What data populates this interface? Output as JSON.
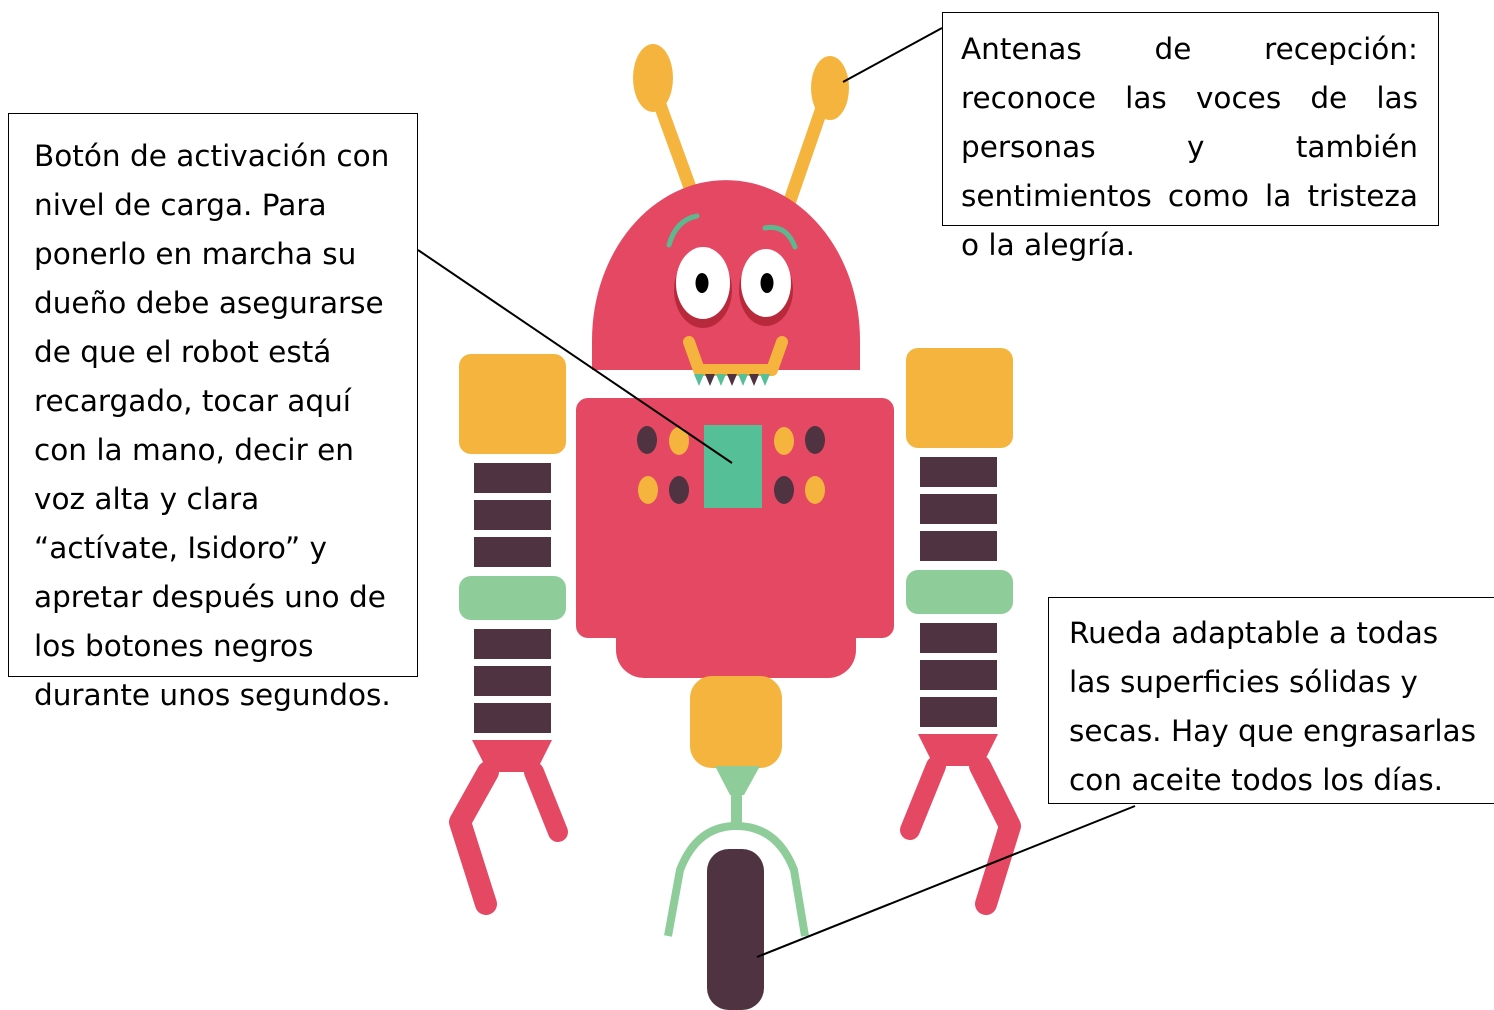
{
  "callouts": {
    "activation_button": "Botón de activación con nivel de carga. Para ponerlo en marcha su dueño debe asegurarse de que el robot está recargado, tocar aquí con la mano, decir en voz alta y clara “actívate, Isidoro” y apretar después uno de los botones negros durante unos segundos.",
    "antennas": "Antenas de recepción: reconoce las voces de las personas y también sentimientos como la tristeza o la alegría.",
    "wheel": "Rueda adaptable a todas las superficies sólidas y secas. Hay que engrasarlas con aceite todos los días."
  },
  "colors": {
    "body": "#E54863",
    "yellow": "#F5B43E",
    "green": "#8ECD9A",
    "dark": "#4F3340",
    "screen": "#55BF98",
    "eyebrow": "#5DB890",
    "eye_shadow": "#B8293C",
    "leader_line": "#000000"
  },
  "icons": [
    "robot-illustration",
    "antenna-icon",
    "activation-button-icon",
    "wheel-icon"
  ]
}
